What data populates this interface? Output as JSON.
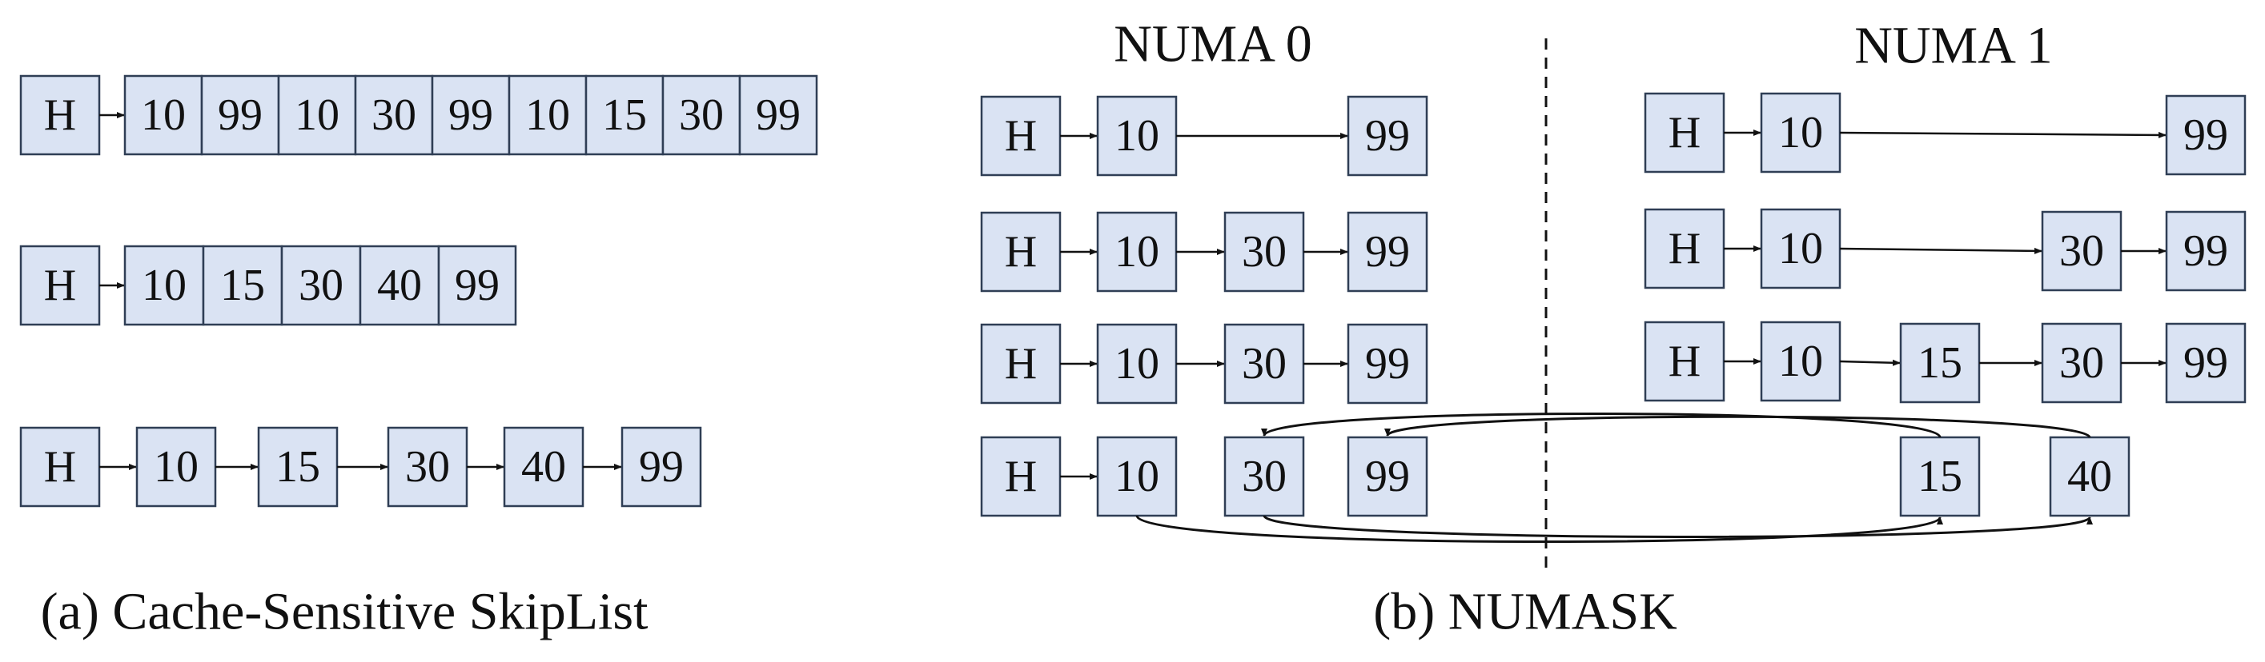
{
  "panel_a": {
    "caption": "(a) Cache-Sensitive SkipList",
    "level_1": {
      "head": "H",
      "cells": [
        "10",
        "99",
        "10",
        "30",
        "99",
        "10",
        "15",
        "30",
        "99"
      ]
    },
    "level_2": {
      "head": "H",
      "cells": [
        "10",
        "15",
        "30",
        "40",
        "99"
      ]
    },
    "level_3": {
      "head": "H",
      "nodes": [
        "10",
        "15",
        "30",
        "40",
        "99"
      ]
    }
  },
  "panel_b": {
    "caption": "(b) NUMASK",
    "numa0": {
      "title": "NUMA 0",
      "row1": [
        "H",
        "10",
        "99"
      ],
      "row2": [
        "H",
        "10",
        "30",
        "99"
      ],
      "row3": [
        "H",
        "10",
        "30",
        "99"
      ],
      "row4": [
        "H",
        "10",
        "30",
        "99"
      ]
    },
    "numa1": {
      "title": "NUMA 1",
      "row1": [
        "H",
        "10",
        "99"
      ],
      "row2": [
        "H",
        "10",
        "30",
        "99"
      ],
      "row3": [
        "H",
        "10",
        "15",
        "30",
        "99"
      ],
      "row4": [
        "15",
        "40"
      ]
    }
  }
}
